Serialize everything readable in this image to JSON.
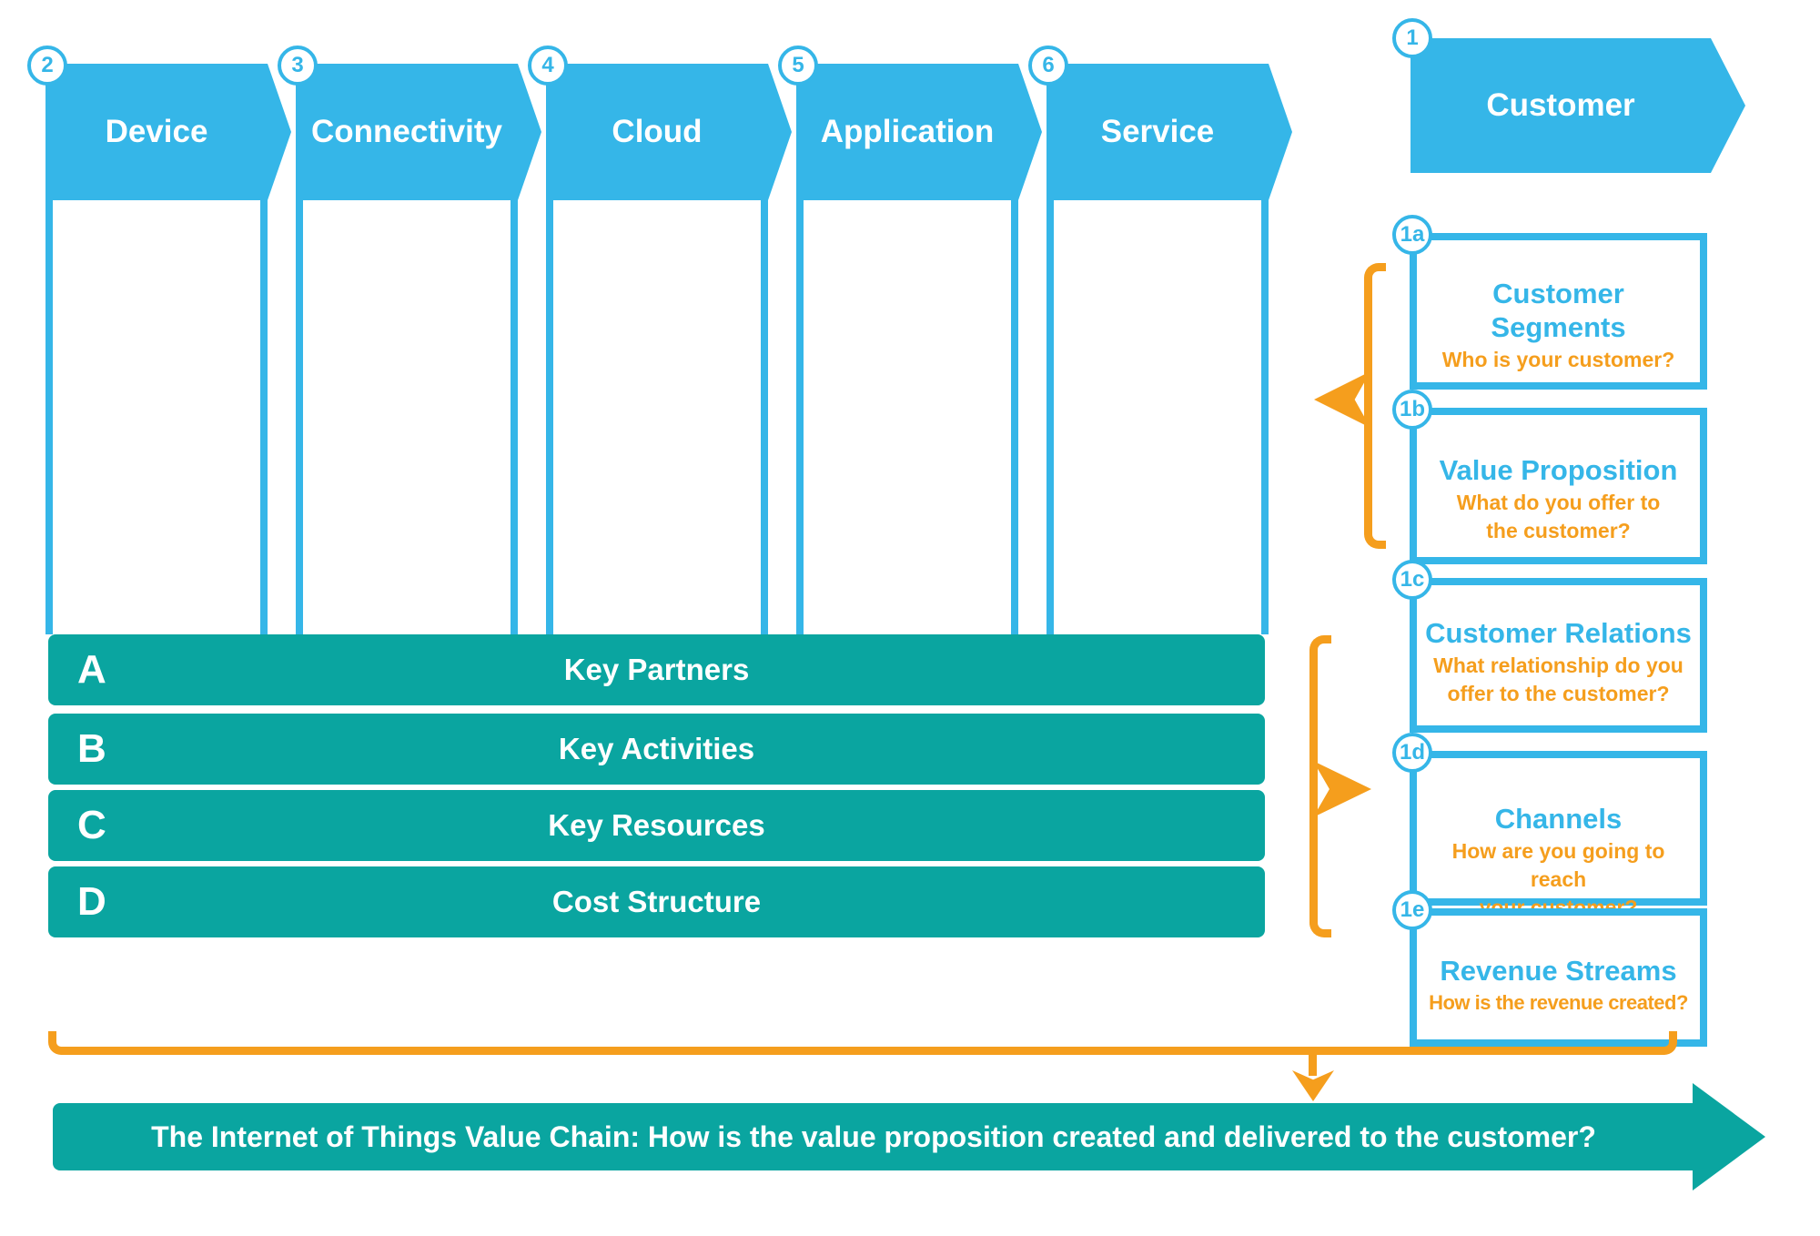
{
  "palette": {
    "blue": "#35B6E8",
    "teal": "#0AA5A0",
    "orange": "#F59E1D",
    "text_on_fill": "#FFFFFF"
  },
  "stages": [
    {
      "badge": "2",
      "label": "Device"
    },
    {
      "badge": "3",
      "label": "Connectivity"
    },
    {
      "badge": "4",
      "label": "Cloud"
    },
    {
      "badge": "5",
      "label": "Application"
    },
    {
      "badge": "6",
      "label": "Service"
    }
  ],
  "customer": {
    "badge": "1",
    "label": "Customer"
  },
  "info_boxes": [
    {
      "badge": "1a",
      "title": "Customer Segments",
      "subtitle": "Who is your customer?"
    },
    {
      "badge": "1b",
      "title": "Value Proposition",
      "subtitle": "What do you offer to\nthe customer?"
    },
    {
      "badge": "1c",
      "title": "Customer Relations",
      "subtitle": "What relationship do you\noffer to the customer?"
    },
    {
      "badge": "1d",
      "title": "Channels",
      "subtitle": "How are you going to reach\nyour customer?"
    },
    {
      "badge": "1e",
      "title": "Revenue Streams",
      "subtitle": "How is the revenue created?"
    }
  ],
  "rows": [
    {
      "letter": "A",
      "label": "Key Partners"
    },
    {
      "letter": "B",
      "label": "Key Activities"
    },
    {
      "letter": "C",
      "label": "Key Resources"
    },
    {
      "letter": "D",
      "label": "Cost Structure"
    }
  ],
  "banner": {
    "text": "The Internet of Things Value Chain: How is the value proposition created and delivered to the customer?"
  }
}
